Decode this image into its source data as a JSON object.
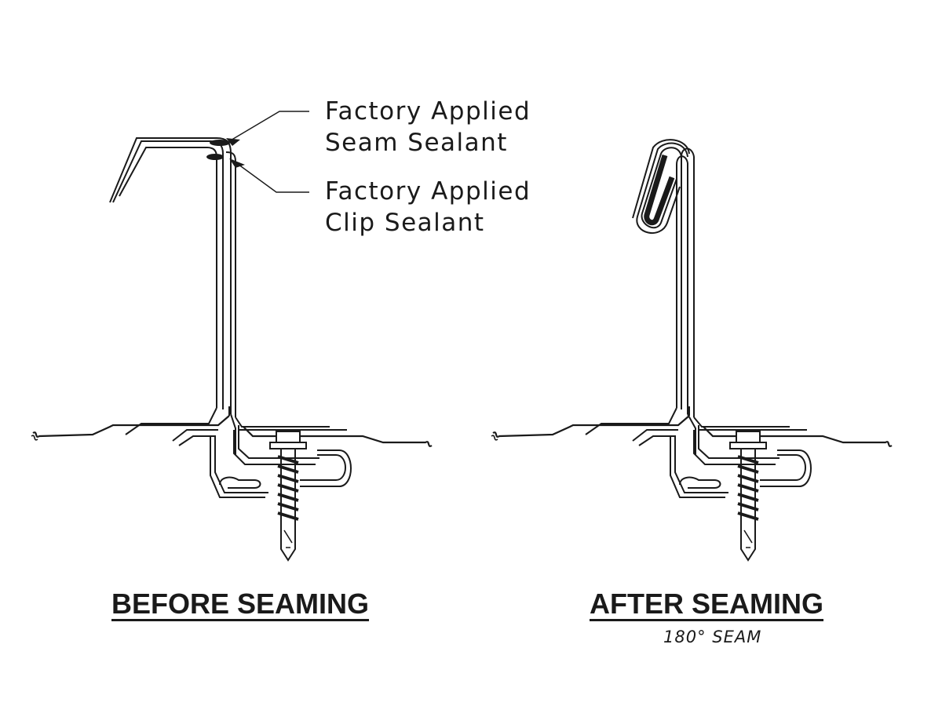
{
  "callouts": {
    "seam_sealant": {
      "line1": "Factory Applied",
      "line2": "Seam Sealant"
    },
    "clip_sealant": {
      "line1": "Factory Applied",
      "line2": "Clip Sealant"
    }
  },
  "panels": {
    "before": {
      "heading": "BEFORE SEAMING"
    },
    "after": {
      "heading": "AFTER SEAMING",
      "subheading": "180° SEAM"
    }
  },
  "colors": {
    "ink": "#1a1a1a",
    "background": "#ffffff"
  }
}
